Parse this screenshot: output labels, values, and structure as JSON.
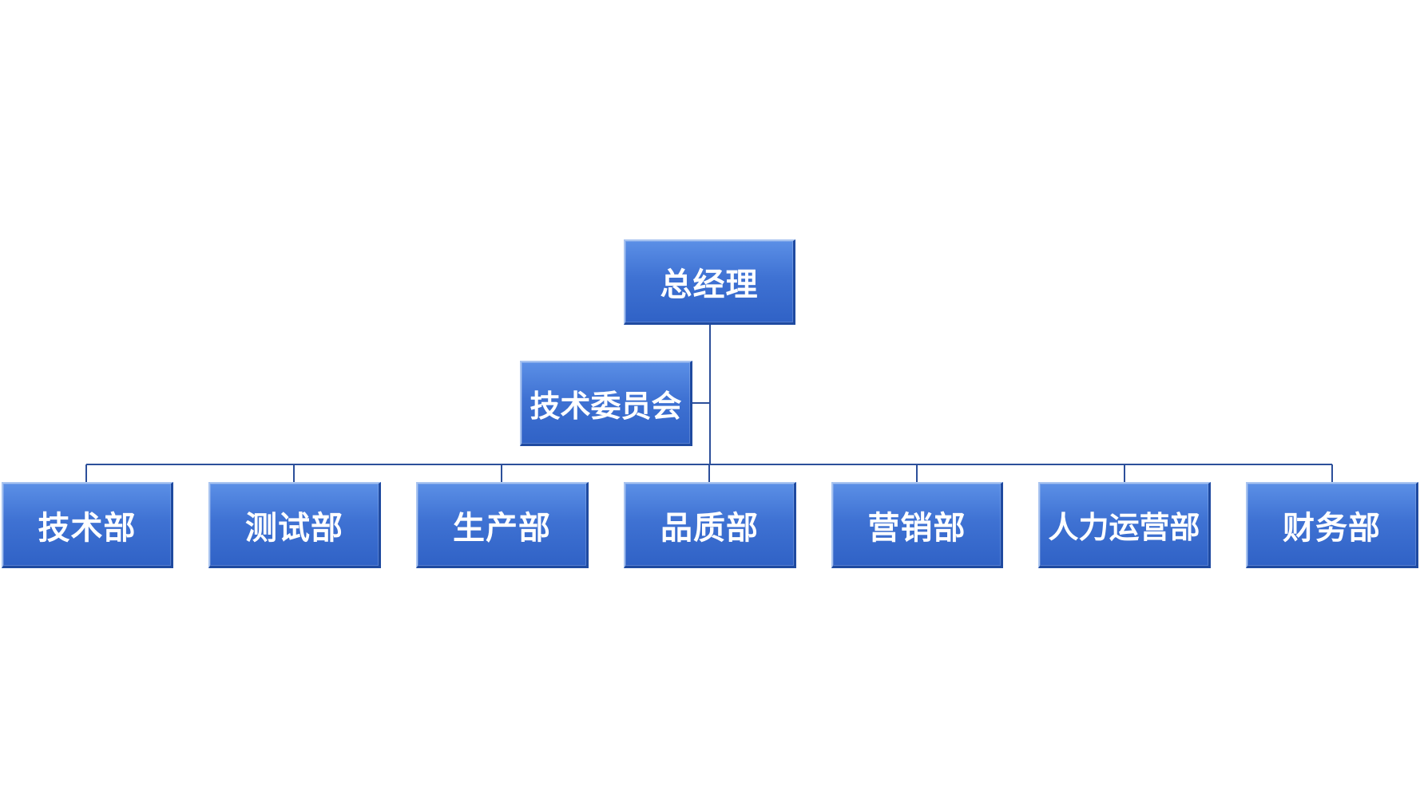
{
  "root": {
    "label": "总经理"
  },
  "assistant": {
    "label": "技术委员会"
  },
  "departments": [
    {
      "label": "技术部"
    },
    {
      "label": "测试部"
    },
    {
      "label": "生产部"
    },
    {
      "label": "品质部"
    },
    {
      "label": "营销部"
    },
    {
      "label": "人力运营部"
    },
    {
      "label": "财务部"
    }
  ],
  "colors": {
    "box_fill": "#3f72d3",
    "box_edge": "#1f4aa0",
    "connector": "#2c4f9a",
    "text": "#ffffff"
  }
}
